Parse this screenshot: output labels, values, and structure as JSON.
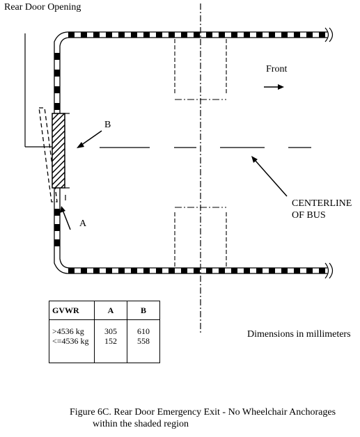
{
  "labels": {
    "rear_door_opening": "Rear Door Opening",
    "front": "Front",
    "b": "B",
    "a": "A",
    "centerline_line1": "CENTERLINE",
    "centerline_line2": "OF BUS",
    "dimensions": "Dimensions in millimeters"
  },
  "table": {
    "headers": [
      "GVWR",
      "A",
      "B"
    ],
    "rows": [
      [
        ">4536 kg",
        "305",
        "610"
      ],
      [
        "<=4536 kg",
        "152",
        "558"
      ]
    ]
  },
  "caption": {
    "line1": "Figure 6C. Rear Door Emergency Exit - No Wheelchair Anchorages",
    "line2": "within the shaded region"
  }
}
